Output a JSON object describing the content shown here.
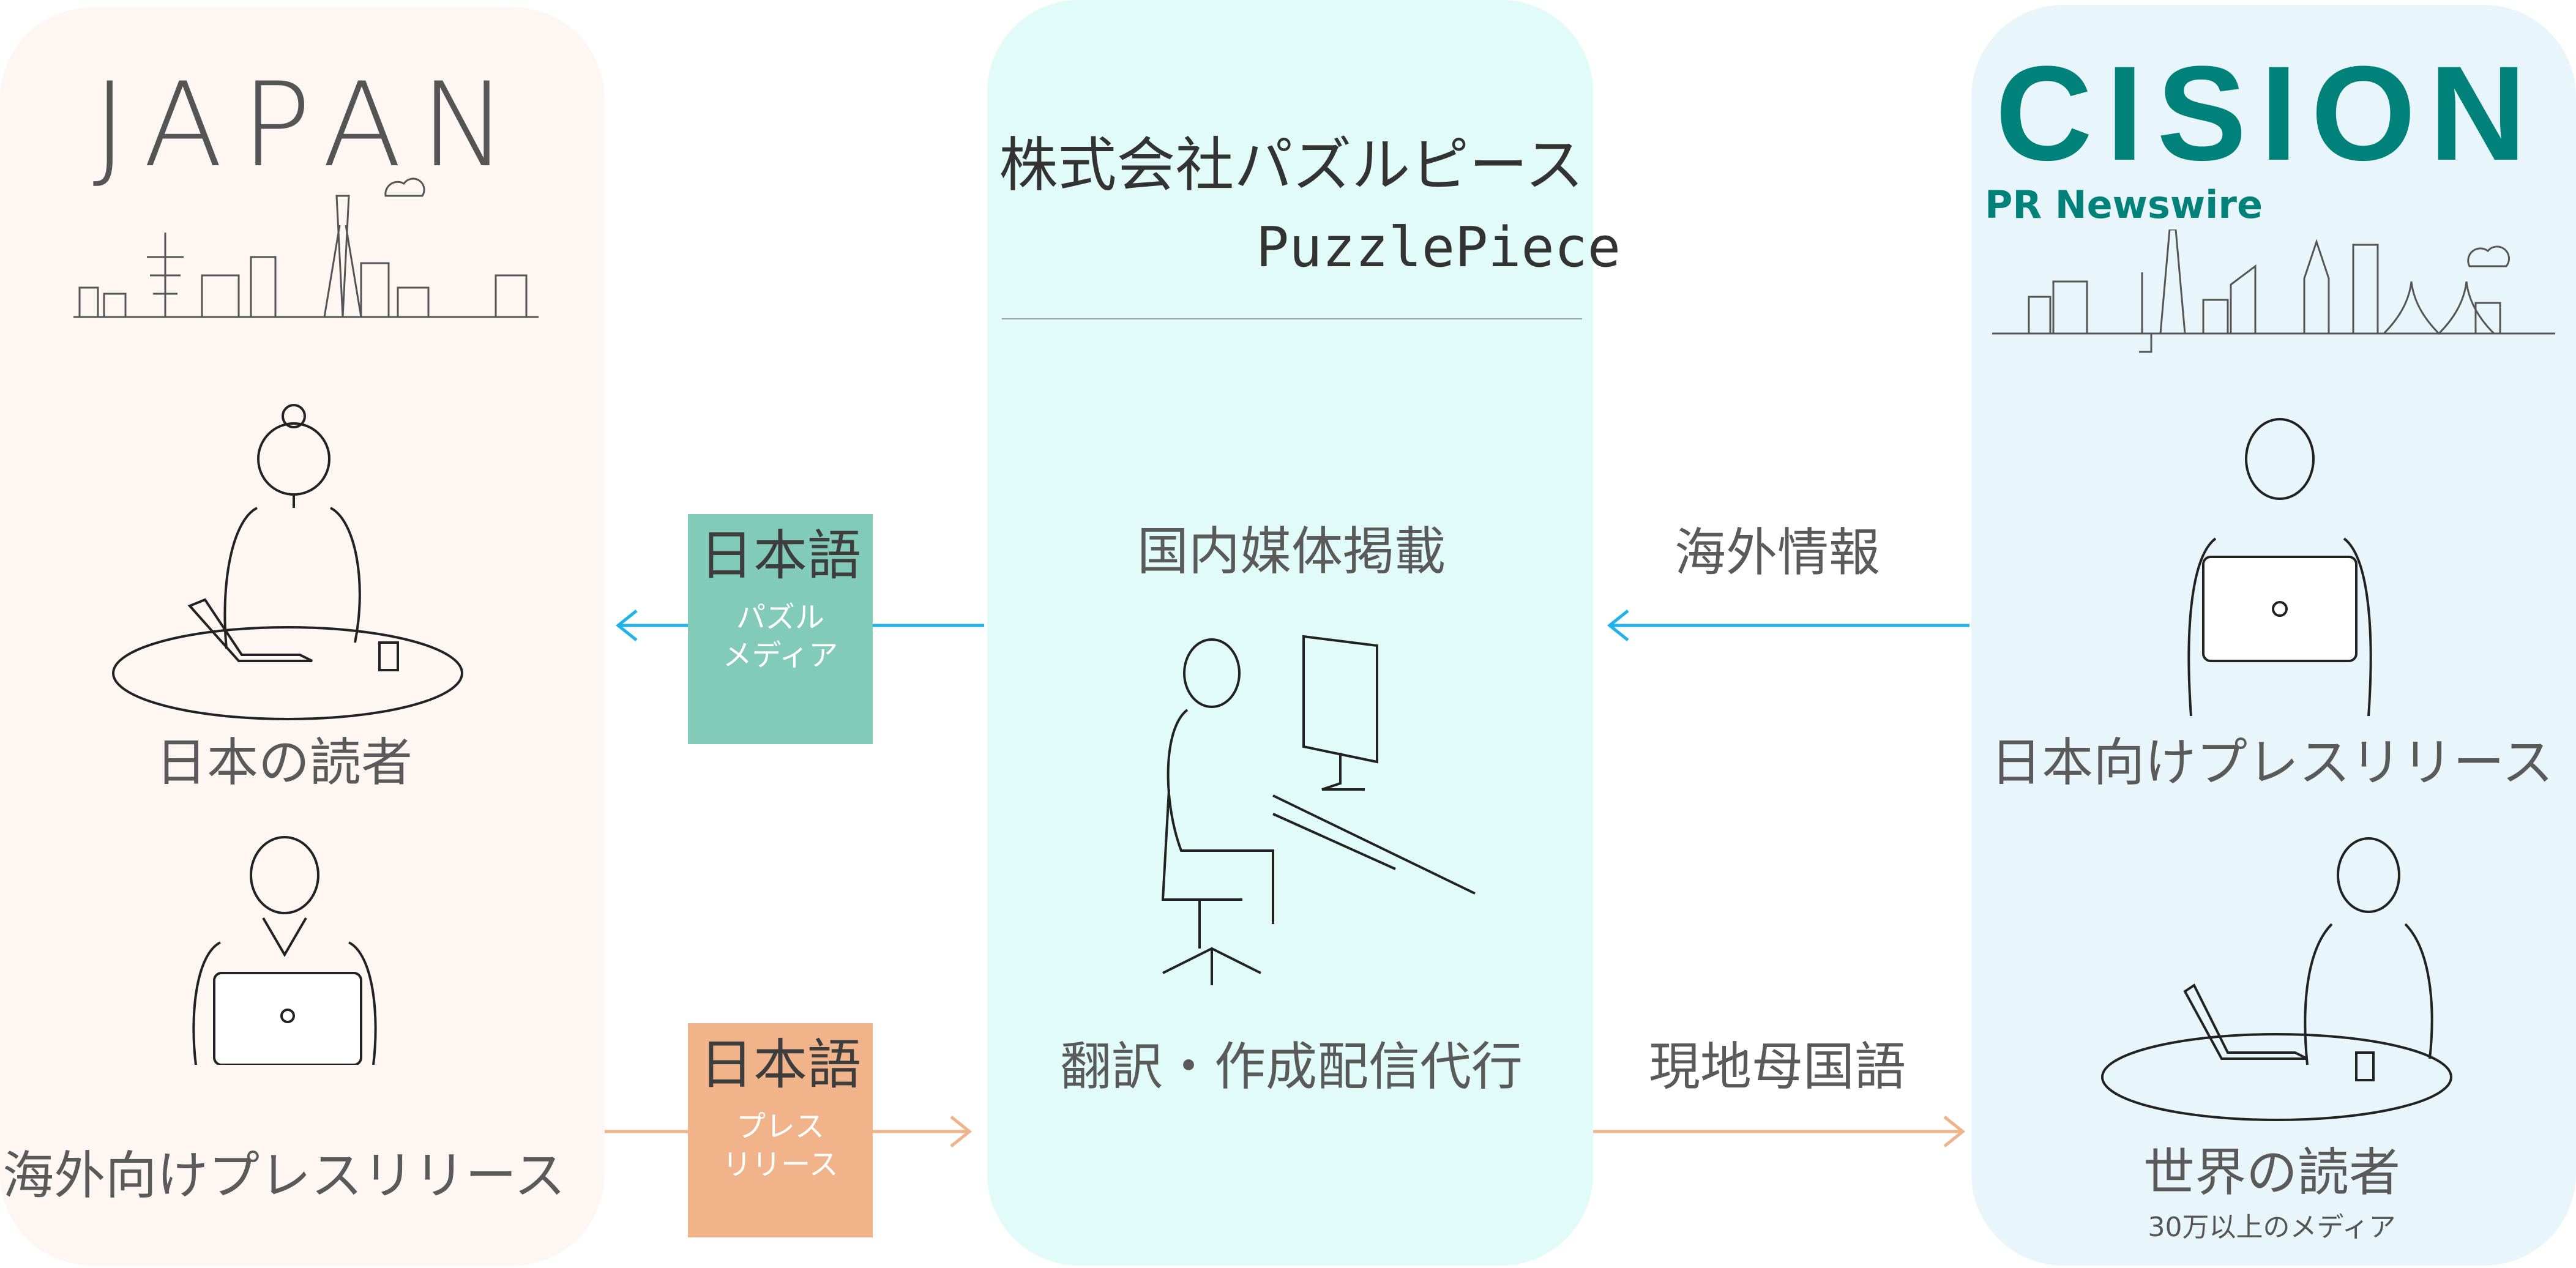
{
  "left": {
    "logo": "JAPAN",
    "reader_label": "日本の読者",
    "release_label": "海外向けプレスリリース"
  },
  "center": {
    "company_jp": "株式会社パズルピース",
    "company_en": "PuzzlePiece",
    "domestic_label": "国内媒体掲載",
    "service_label": "翻訳・作成配信代行"
  },
  "right": {
    "logo": "CISION",
    "logo_sub": "PR Newswire",
    "release_label": "日本向けプレスリリース",
    "reader_label": "世界の読者",
    "reader_note": "30万以上のメディア"
  },
  "boxes": [
    {
      "main": "日本語",
      "sub_line1": "パズル",
      "sub_line2": "メディア",
      "color": "#82cbb8"
    },
    {
      "main": "日本語",
      "sub_line1": "プレス",
      "sub_line2": "リリース",
      "color": "#f0b38a"
    }
  ],
  "arrows": {
    "top_right_label": "海外情報",
    "bottom_right_label": "現地母国語",
    "top_color": "#1fb3ec",
    "bottom_color": "#f0b38a"
  }
}
